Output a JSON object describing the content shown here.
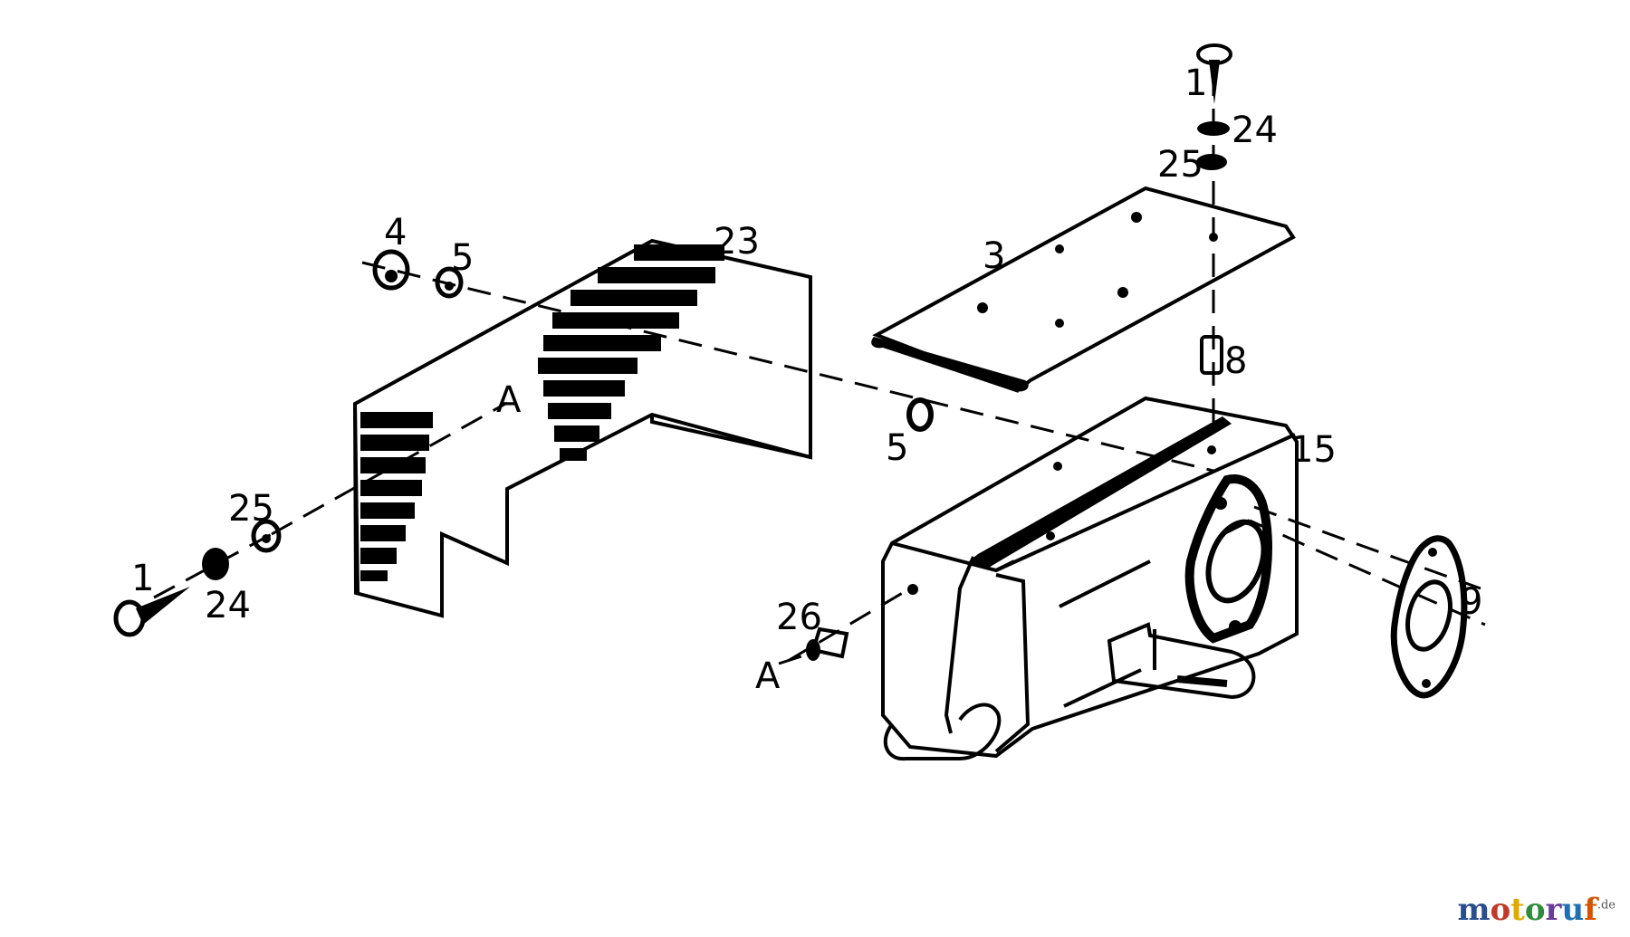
{
  "parts": {
    "p1_top": "1",
    "p24_top": "24",
    "p25_top": "25",
    "p3": "3",
    "p8": "8",
    "p15": "15",
    "p9": "9",
    "p4": "4",
    "p5_top": "5",
    "p23": "23",
    "pA_shield": "A",
    "p5_mid": "5",
    "p25_left": "25",
    "p1_left": "1",
    "p24_left": "24",
    "p26": "26",
    "pA_bolt": "A"
  },
  "logo": {
    "m": "m",
    "o1": "o",
    "t": "t",
    "o2": "o",
    "r": "r",
    "u": "u",
    "f": "f",
    "tld": ".de",
    "colors": [
      "#2a4d8f",
      "#c0392b",
      "#e0a800",
      "#2e8b3a",
      "#6a3d9a",
      "#1f6fb5",
      "#d35400"
    ]
  }
}
